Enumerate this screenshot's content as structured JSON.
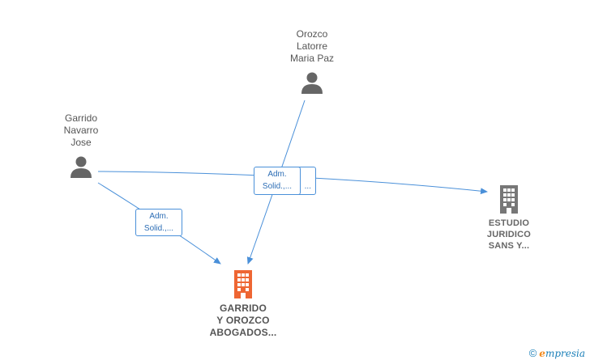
{
  "people": [
    {
      "id": "orozco",
      "name_lines": [
        "Orozco",
        "Latorre",
        "Maria Paz"
      ]
    },
    {
      "id": "garrido",
      "name_lines": [
        "Garrido",
        "Navarro",
        "Jose"
      ]
    }
  ],
  "companies": [
    {
      "id": "garrido_orozco",
      "name_lines": [
        "GARRIDO",
        "Y OROZCO",
        "ABOGADOS..."
      ],
      "color": "#ee6633"
    },
    {
      "id": "estudio",
      "name_lines": [
        "ESTUDIO",
        "JURIDICO",
        "SANS Y..."
      ],
      "color": "#777777"
    }
  ],
  "edge_labels": [
    {
      "id": "e1",
      "lines": [
        "Adm.",
        "Solid.,..."
      ]
    },
    {
      "id": "e2",
      "lines": [
        "Adm.",
        "Solid.,..."
      ]
    },
    {
      "id": "e3",
      "lines": [
        "",
        "..."
      ]
    }
  ],
  "colors": {
    "edge": "#4a90d9",
    "person_icon": "#666666",
    "accent": "#ee6633"
  },
  "brand": {
    "copyright": "©",
    "e": "e",
    "rest": "mpresia"
  }
}
